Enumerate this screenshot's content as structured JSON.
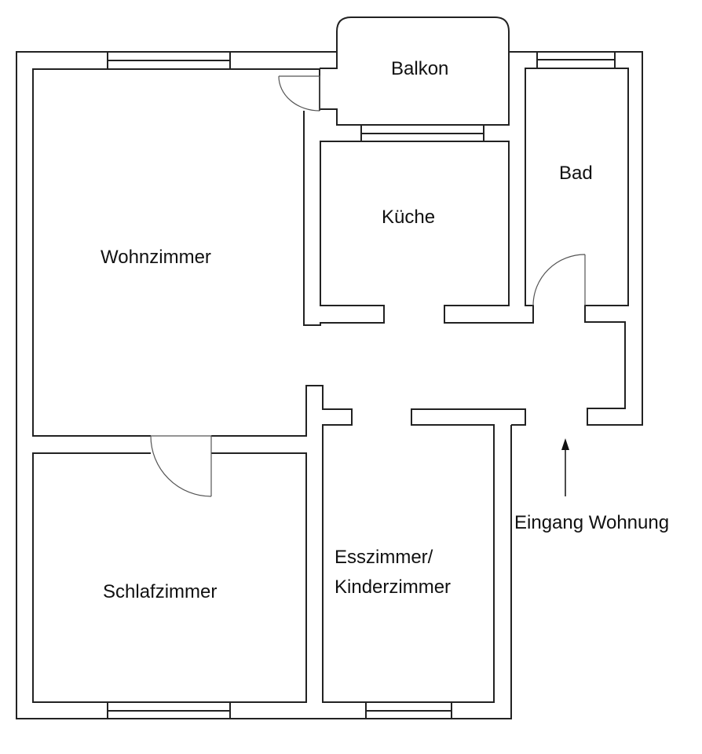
{
  "title": "Grundriss Wohnung",
  "rooms": {
    "balkon": "Balkon",
    "kueche": "Küche",
    "bad": "Bad",
    "wohnzimmer": "Wohnzimmer",
    "schlafzimmer": "Schlafzimmer",
    "esszimmer_line1": "Esszimmer/",
    "esszimmer_line2": "Kinderzimmer"
  },
  "entrance": {
    "label": "Eingang Wohnung",
    "icon": "arrow-up-icon"
  }
}
